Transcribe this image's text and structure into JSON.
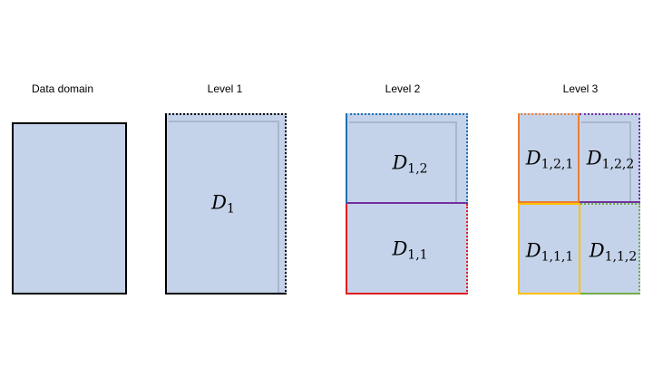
{
  "panels": [
    {
      "title": "Data domain"
    },
    {
      "title": "Level 1",
      "regions": [
        {
          "letter": "D",
          "index": "1"
        }
      ]
    },
    {
      "title": "Level 2",
      "regions": [
        {
          "letter": "D",
          "index": "1,2"
        },
        {
          "letter": "D",
          "index": "1,1"
        }
      ]
    },
    {
      "title": "Level 3",
      "regions": [
        {
          "letter": "D",
          "index": "1,2,1"
        },
        {
          "letter": "D",
          "index": "1,2,2"
        },
        {
          "letter": "D",
          "index": "1,1,1"
        },
        {
          "letter": "D",
          "index": "1,1,2"
        }
      ]
    }
  ],
  "colors": {
    "fill": "#c5d3ea",
    "domain_border": "#000000",
    "d1_border": "#000000",
    "d12_border": "#1f6fb0",
    "d11_border": "#e01e1e",
    "d121_border": "#ed7d31",
    "d122_border": "#7030a0",
    "d111_border": "#ffc000",
    "d112_border": "#70ad47"
  }
}
